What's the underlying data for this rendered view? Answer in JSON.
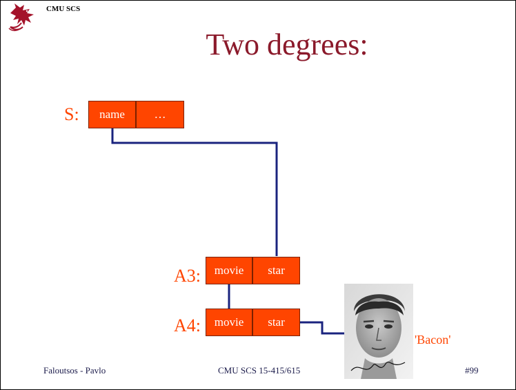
{
  "header": {
    "org": "CMU SCS"
  },
  "title": "Two degrees:",
  "relations": [
    {
      "label": "S:",
      "cells": [
        "name",
        "…"
      ]
    },
    {
      "label": "A3:",
      "cells": [
        "movie",
        "star"
      ]
    },
    {
      "label": "A4:",
      "cells": [
        "movie",
        "star"
      ]
    }
  ],
  "photo_caption": "'Bacon'",
  "footer": {
    "left": "Faloutsos - Pavlo",
    "center": "CMU SCS 15-415/615",
    "right": "#99"
  },
  "colors": {
    "title": "#8b1a2b",
    "accent": "#ff4500",
    "connector": "#1a237e"
  }
}
